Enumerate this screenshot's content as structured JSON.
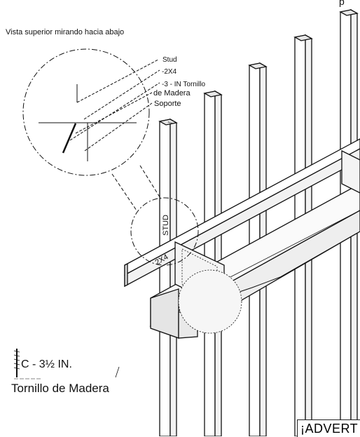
{
  "labels": {
    "top_view": "Vista superior mirando hacia abajo",
    "stud": "Stud",
    "two_by_four": "-2X4",
    "screw_line1": "-3 - IN Tornillo",
    "screw_line2": "de Madera",
    "support": "Soporte",
    "stud_on_post": "STUD",
    "two_by_four_on_rail": "2X4"
  },
  "part": {
    "code": "C - 3½ IN.",
    "name": "Tornillo de Madera"
  },
  "warning": "¡ADVERT",
  "corner_char": "p"
}
